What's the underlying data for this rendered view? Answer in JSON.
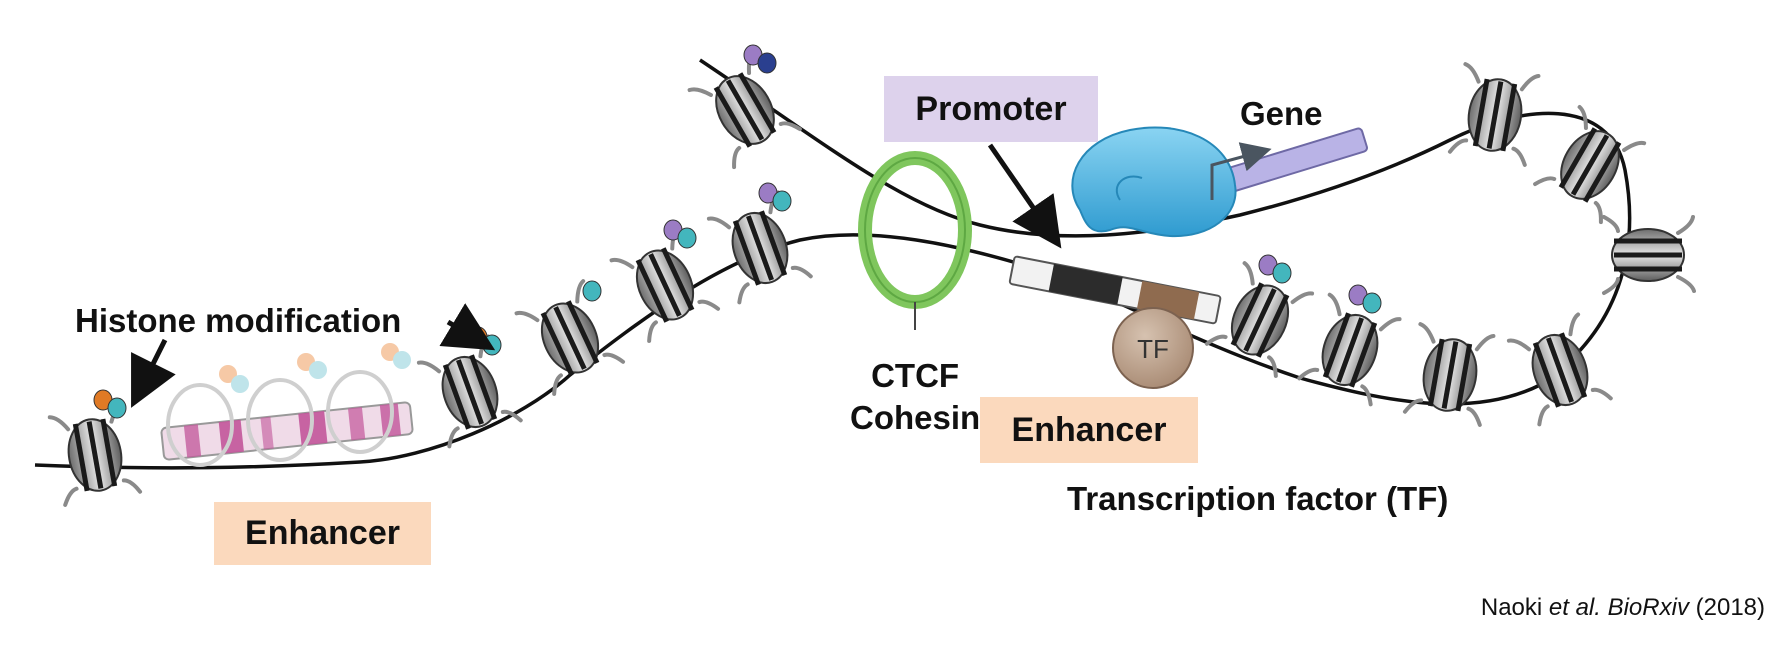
{
  "labels": {
    "histone_modification": "Histone modification",
    "gene": "Gene",
    "promoter": "Promoter",
    "ctcf": "CTCF",
    "cohesin": "Cohesin",
    "enhancer_left": "Enhancer",
    "enhancer_right": "Enhancer",
    "transcription_factor": "Transcription factor (TF)",
    "tf_short": "TF"
  },
  "citation": {
    "author": "Naoki",
    "etal": "et al.",
    "journal": "BioRxiv",
    "year": "(2018)"
  },
  "colors": {
    "enhancer_box": "#fbd9bd",
    "promoter_box": "#ddd2ec",
    "ctcf_ring": "#7fc65d",
    "polymerase": "#4fb3e0",
    "gene_bar": "#b9b3e6",
    "tf": "#b79c86",
    "mod_orange": "#e07a25",
    "mod_teal": "#43b6bd",
    "mod_purple": "#9b7cc4",
    "mod_navy": "#2a3f8f",
    "enhancer_stripe": "#c2559a"
  },
  "icons": [
    "nucleosome-icon",
    "histone-mark-icon",
    "arrow-icon",
    "polymerase-icon",
    "ctcf-cohesin-ring-icon",
    "tf-protein-icon"
  ]
}
